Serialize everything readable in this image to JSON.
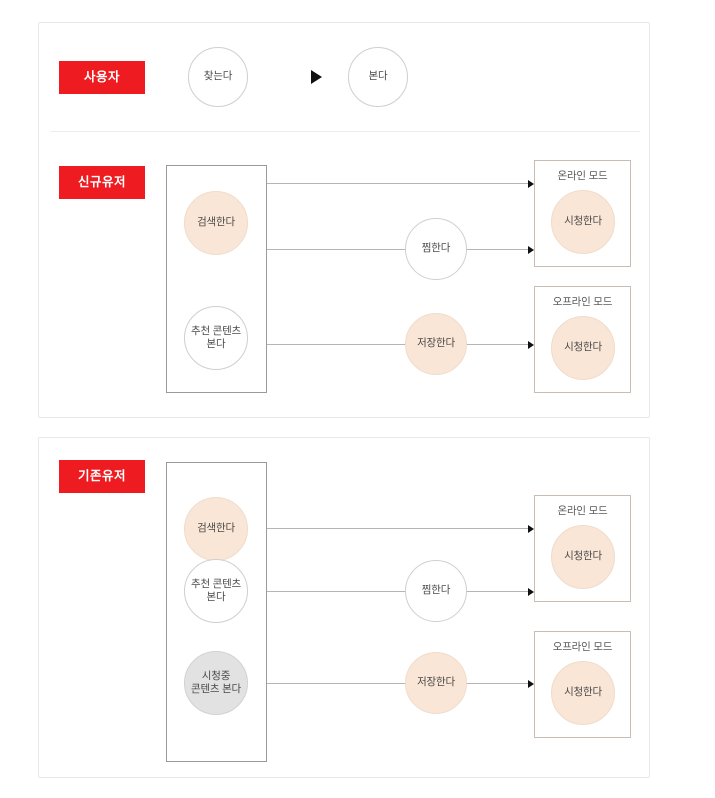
{
  "page": {
    "title": "User Flow Diagram",
    "colors": {
      "badge_red": "#ee1b20",
      "node_peach": "#fae6d6",
      "node_gray": "#e2e2e2",
      "node_white": "#ffffff",
      "edge_gray": "#b5b5b5",
      "card_border": "#e8e8e8"
    }
  },
  "sections": {
    "user": {
      "badge": "사용자",
      "nodes": [
        {
          "label": "찾는다",
          "style": "white"
        },
        {
          "label": "본다",
          "style": "white"
        }
      ],
      "separator_icon": "play-triangle-icon"
    },
    "new_user": {
      "badge": "신규유저",
      "entry_nodes": [
        {
          "label": "검색한다",
          "style": "peach"
        },
        {
          "label": "추천 콘텐츠\n본다",
          "style": "white"
        }
      ],
      "middle_nodes": [
        {
          "label": "찜한다",
          "style": "white"
        },
        {
          "label": "저장한다",
          "style": "peach"
        }
      ],
      "mode_boxes": [
        {
          "title": "온라인 모드",
          "node": {
            "label": "시청한다",
            "style": "peach"
          }
        },
        {
          "title": "오프라인 모드",
          "node": {
            "label": "시청한다",
            "style": "peach"
          }
        }
      ]
    },
    "existing_user": {
      "badge": "기존유저",
      "entry_nodes": [
        {
          "label": "검색한다",
          "style": "peach"
        },
        {
          "label": "추천 콘텐츠\n본다",
          "style": "white"
        },
        {
          "label": "시청중\n콘텐츠 본다",
          "style": "gray"
        }
      ],
      "middle_nodes": [
        {
          "label": "찜한다",
          "style": "white"
        },
        {
          "label": "저장한다",
          "style": "peach"
        }
      ],
      "mode_boxes": [
        {
          "title": "온라인 모드",
          "node": {
            "label": "시청한다",
            "style": "peach"
          }
        },
        {
          "title": "오프라인 모드",
          "node": {
            "label": "시청한다",
            "style": "peach"
          }
        }
      ]
    }
  }
}
